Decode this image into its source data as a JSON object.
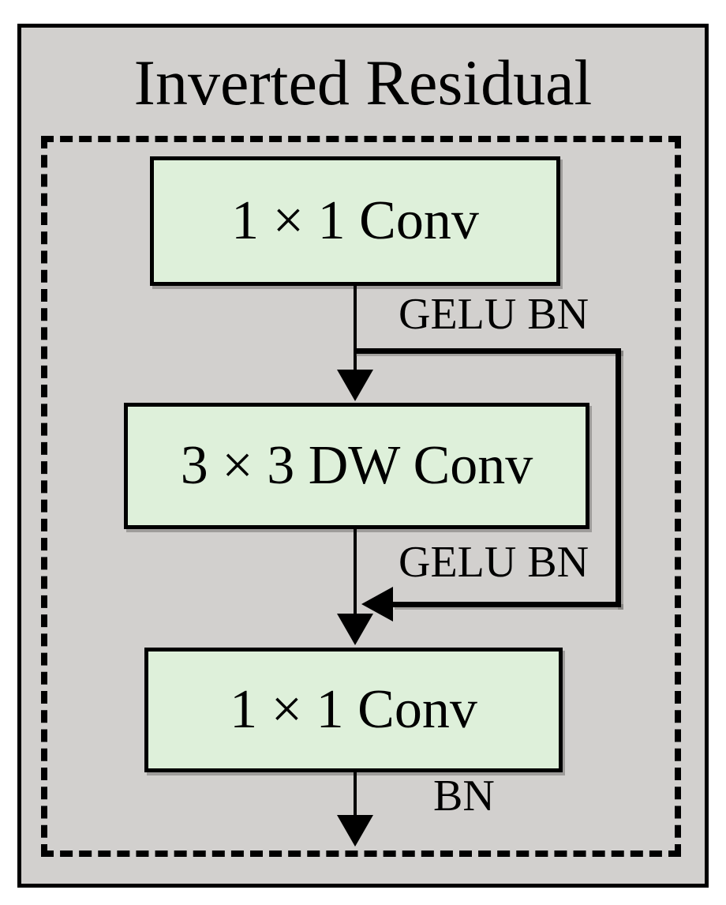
{
  "diagram": {
    "title": "Inverted Residual",
    "blocks": [
      {
        "id": "conv-expand",
        "label": "1 × 1 Conv"
      },
      {
        "id": "dw-conv",
        "label": "3 × 3 DW Conv"
      },
      {
        "id": "conv-project",
        "label": "1 × 1 Conv"
      }
    ],
    "edge_labels": [
      {
        "after": "conv-expand",
        "label": "GELU BN"
      },
      {
        "after": "dw-conv",
        "label": "GELU BN"
      },
      {
        "after": "conv-project",
        "label": "BN"
      }
    ],
    "skip_connection": true,
    "colors": {
      "panel_background": "#d2d0ce",
      "block_fill": "#def0da",
      "stroke": "#000000",
      "page_background": "#ffffff"
    }
  }
}
